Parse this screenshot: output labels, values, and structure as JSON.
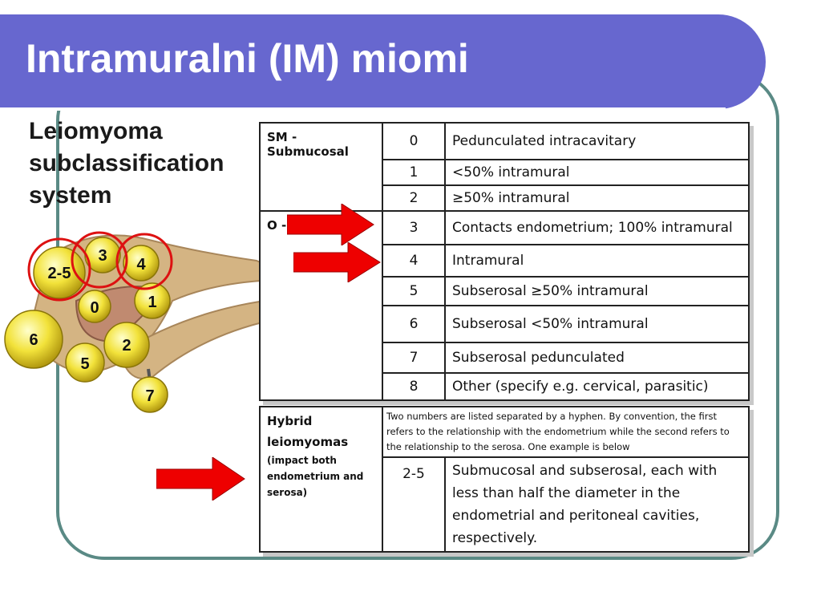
{
  "slide": {
    "title": "Intramuralni (IM) miomi",
    "side_heading": "Leiomyoma subclassification system"
  },
  "diagram": {
    "labels": [
      "2-5",
      "3",
      "4",
      "0",
      "1",
      "6",
      "2",
      "5",
      "7"
    ]
  },
  "table": {
    "groups": {
      "sm": "SM - Submucosal",
      "o": "O -"
    },
    "rows": [
      {
        "code": "0",
        "desc": "Pedunculated intracavitary"
      },
      {
        "code": "1",
        "desc": "<50% intramural"
      },
      {
        "code": "2",
        "desc": "≥50% intramural"
      },
      {
        "code": "3",
        "desc": "Contacts endometrium; 100% intramural"
      },
      {
        "code": "4",
        "desc": "Intramural"
      },
      {
        "code": "5",
        "desc": "Subserosal ≥50% intramural"
      },
      {
        "code": "6",
        "desc": "Subserosal <50% intramural"
      },
      {
        "code": "7",
        "desc": "Subserosal pedunculated"
      },
      {
        "code": "8",
        "desc": "Other (specify e.g. cervical, parasitic)"
      }
    ]
  },
  "hybrid": {
    "title": "Hybrid leiomyomas",
    "subtitle": "(impact both endometrium and serosa)",
    "note": "Two numbers are listed separated by a hyphen. By convention, the first refers to the relationship with the endometrium while the second refers to the relationship to the serosa. One example is below",
    "code": "2-5",
    "desc": "Submucosal and subserosal, each with less than half the diameter in the endometrial and peritoneal cavities, respectively."
  },
  "colors": {
    "title_bar": "#6767cf",
    "frame": "#5a8a85",
    "arrow": "#ee0000",
    "fibroid": "#f2e23a",
    "uterus": "#d4b483",
    "highlight_circle": "#dd1111"
  }
}
